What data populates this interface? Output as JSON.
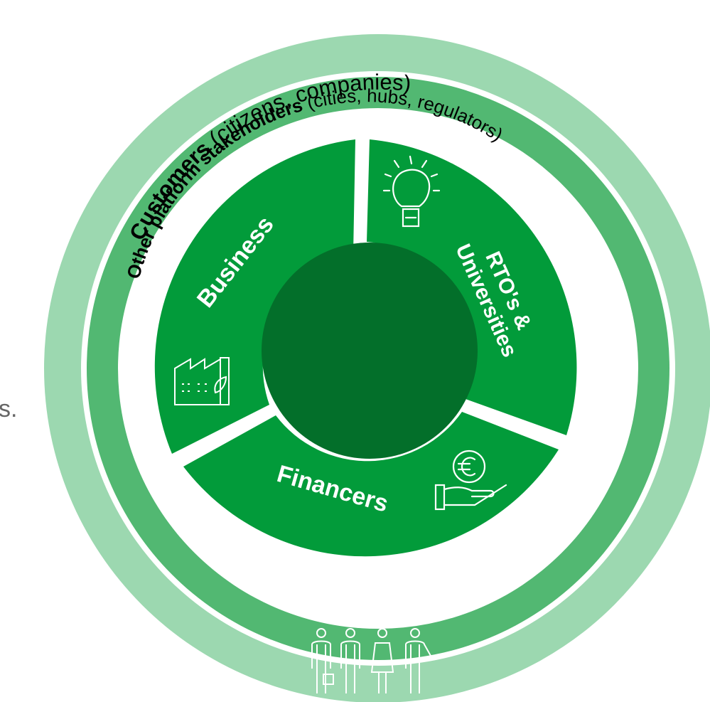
{
  "outer_ring": {
    "title_bold": "Customers",
    "title_rest": " (citizens, companies)",
    "fill": "#9cd8b0"
  },
  "middle_ring": {
    "title_bold": "Other platform stakeholders",
    "title_rest": " (cities, hubs, regulators)",
    "fill": "#52b872"
  },
  "segments": {
    "business": {
      "label": "Business",
      "icon": "factory-icon"
    },
    "rto": {
      "label_line1": "RTO's &",
      "label_line2": "Universities",
      "icon": "lightbulb-icon"
    },
    "financers": {
      "label": "Financers",
      "icon": "euro-hand-icon"
    },
    "fill": "#029b3a"
  },
  "core": {
    "fill": "#036f2a"
  },
  "bottom_icons": {
    "cloud": "cloud-network-icon",
    "people": "people-group-icon"
  },
  "left_fragment": "s."
}
